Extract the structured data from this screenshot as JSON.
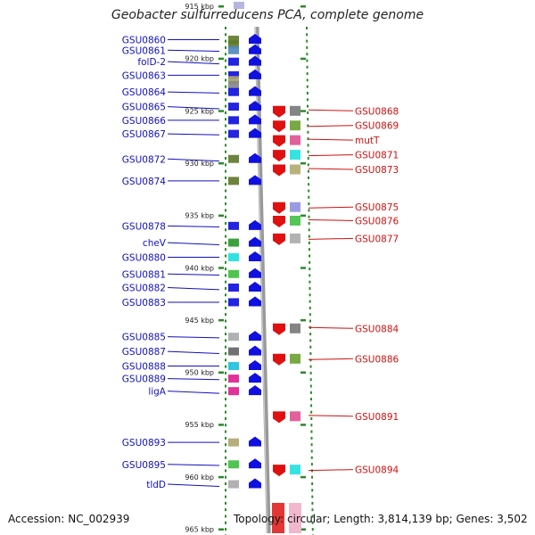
{
  "title": "Geobacter sulfurreducens PCA, complete genome",
  "accession_text": "Accession: NC_002939",
  "topology_text": "Topology: circular; Length: 3,814,139 bp; Genes: 3,502",
  "colors": {
    "left_strand": "#1010e0",
    "right_strand": "#e01010",
    "left_label": "#1010c0",
    "right_label": "#d01010",
    "tick": "#2a8a2a",
    "backbone": "#999999"
  },
  "position_ticks": [
    {
      "label": "915 kbp",
      "kbp": 915
    },
    {
      "label": "920 kbp",
      "kbp": 920
    },
    {
      "label": "925 kbp",
      "kbp": 925
    },
    {
      "label": "930 kbp",
      "kbp": 930
    },
    {
      "label": "935 kbp",
      "kbp": 935
    },
    {
      "label": "940 kbp",
      "kbp": 940
    },
    {
      "label": "945 kbp",
      "kbp": 945
    },
    {
      "label": "950 kbp",
      "kbp": 950
    },
    {
      "label": "955 kbp",
      "kbp": 955
    },
    {
      "label": "960 kbp",
      "kbp": 960
    },
    {
      "label": "965 kbp",
      "kbp": 965
    }
  ],
  "left_genes": [
    {
      "name": "GSU0860",
      "kbp": 918.2,
      "bar": [
        "#5f7a2a",
        "#5f7a2a"
      ]
    },
    {
      "name": "GSU0861",
      "kbp": 919.2,
      "bar": [
        "#4f8ac0"
      ]
    },
    {
      "name": "folD-2",
      "kbp": 920.3,
      "bar": [
        "#1010e0"
      ]
    },
    {
      "name": "GSU0863",
      "kbp": 921.6,
      "bar": [
        "#1010e0",
        "#b0a870",
        "#888888"
      ]
    },
    {
      "name": "GSU0864",
      "kbp": 923.2,
      "bar": [
        "#1010e0"
      ]
    },
    {
      "name": "GSU0865",
      "kbp": 924.6,
      "bar": [
        "#1010e0"
      ]
    },
    {
      "name": "GSU0866",
      "kbp": 925.9,
      "bar": [
        "#1010e0"
      ]
    },
    {
      "name": "GSU0867",
      "kbp": 927.2,
      "bar": [
        "#1010e0"
      ]
    },
    {
      "name": "GSU0872",
      "kbp": 929.6,
      "bar": [
        "#5f7a2a"
      ]
    },
    {
      "name": "GSU0874",
      "kbp": 931.7,
      "bar": [
        "#5f7a2a"
      ]
    },
    {
      "name": "GSU0878",
      "kbp": 936.0,
      "bar": [
        "#1010e0"
      ]
    },
    {
      "name": "cheV",
      "kbp": 937.6,
      "bar": [
        "#2a9a2a"
      ]
    },
    {
      "name": "GSU0880",
      "kbp": 939.0,
      "bar": [
        "#20e0e0"
      ]
    },
    {
      "name": "GSU0881",
      "kbp": 940.6,
      "bar": [
        "#40c040"
      ]
    },
    {
      "name": "GSU0882",
      "kbp": 941.9,
      "bar": [
        "#1010e0"
      ]
    },
    {
      "name": "GSU0883",
      "kbp": 943.3,
      "bar": [
        "#1010e0"
      ]
    },
    {
      "name": "GSU0885",
      "kbp": 946.6,
      "bar": [
        "#aaaaaa"
      ]
    },
    {
      "name": "GSU0887",
      "kbp": 948.0,
      "bar": [
        "#666666"
      ]
    },
    {
      "name": "GSU0888",
      "kbp": 949.4,
      "bar": [
        "#20c0e0"
      ]
    },
    {
      "name": "GSU0889",
      "kbp": 950.6,
      "bar": [
        "#e02090"
      ]
    },
    {
      "name": "ligA",
      "kbp": 951.8,
      "bar": [
        "#e02090"
      ]
    },
    {
      "name": "GSU0893",
      "kbp": 956.7,
      "bar": [
        "#b0a870"
      ]
    },
    {
      "name": "GSU0895",
      "kbp": 958.8,
      "bar": [
        "#40c040"
      ]
    },
    {
      "name": "tldD",
      "kbp": 960.7,
      "bar": [
        "#aaaaaa"
      ]
    }
  ],
  "right_genes": [
    {
      "name": "GSU0868",
      "kbp": 925.0
    },
    {
      "name": "GSU0869",
      "kbp": 926.4
    },
    {
      "name": "mutT",
      "kbp": 927.8
    },
    {
      "name": "GSU0871",
      "kbp": 929.2
    },
    {
      "name": "GSU0873",
      "kbp": 930.6
    },
    {
      "name": "GSU0875",
      "kbp": 934.2
    },
    {
      "name": "GSU0876",
      "kbp": 935.5
    },
    {
      "name": "GSU0877",
      "kbp": 937.2
    },
    {
      "name": "GSU0884",
      "kbp": 945.8
    },
    {
      "name": "GSU0886",
      "kbp": 948.7
    },
    {
      "name": "GSU0891",
      "kbp": 954.2
    },
    {
      "name": "GSU0894",
      "kbp": 959.3
    }
  ]
}
